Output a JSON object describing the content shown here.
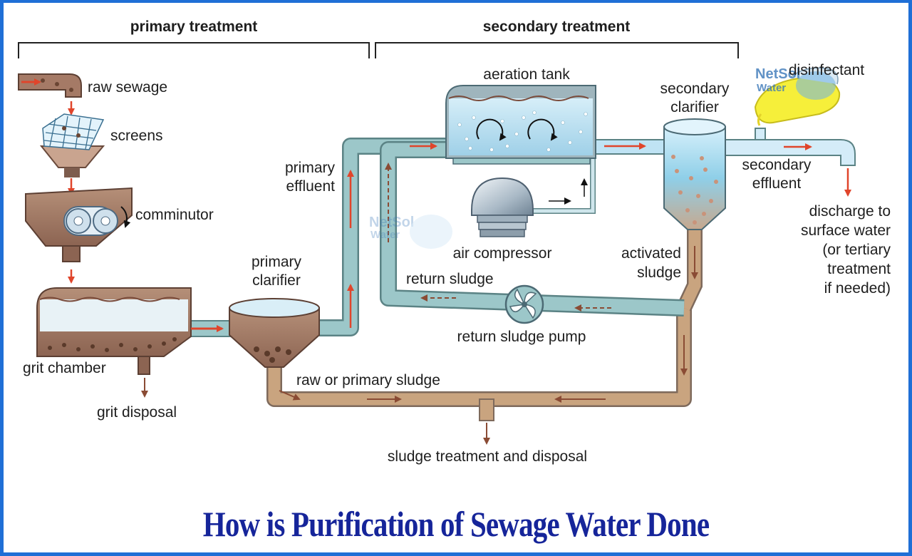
{
  "headers": {
    "primary": "primary treatment",
    "secondary": "secondary treatment"
  },
  "labels": {
    "raw_sewage": "raw sewage",
    "screens": "screens",
    "comminutor": "comminutor",
    "grit_chamber": "grit chamber",
    "grit_disposal": "grit disposal",
    "primary_clarifier_1": "primary",
    "primary_clarifier_2": "clarifier",
    "primary_effluent_1": "primary",
    "primary_effluent_2": "effluent",
    "aeration_tank": "aeration tank",
    "air_compressor": "air compressor",
    "return_sludge": "return sludge",
    "return_sludge_pump": "return sludge pump",
    "raw_primary_sludge": "raw or primary sludge",
    "sludge_treatment": "sludge treatment and disposal",
    "secondary_clarifier_1": "secondary",
    "secondary_clarifier_2": "clarifier",
    "activated_sludge_1": "activated",
    "activated_sludge_2": "sludge",
    "secondary_effluent_1": "secondary",
    "secondary_effluent_2": "effluent",
    "disinfectant": "disinfectant",
    "discharge_1": "discharge to",
    "discharge_2": "surface water",
    "discharge_3": "(or tertiary",
    "discharge_4": "treatment",
    "discharge_5": "if needed)"
  },
  "watermark": {
    "brand_top": "NetSol",
    "brand_bottom": "Water"
  },
  "title": "How is Purification of Sewage Water Done",
  "colors": {
    "frame": "#1f6fd6",
    "title": "#16259a",
    "pipe_fill": "#9cc7c9",
    "sludge_pipe": "#c9a47f",
    "water": "#bfe3f4",
    "flow_arrow": "#e0452b",
    "sludge_arrow": "#8a4b34"
  }
}
